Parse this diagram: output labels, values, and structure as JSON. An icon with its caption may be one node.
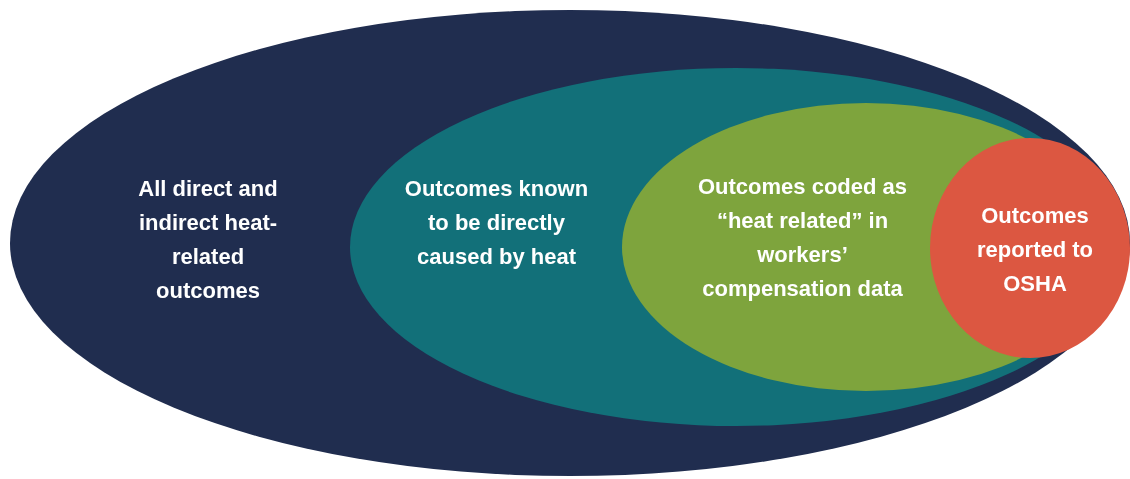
{
  "diagram": {
    "nodes": [
      {
        "text": [
          "All direct and indirect heat-related outcomes"
        ]
      },
      {
        "text": [
          "Outcomes known to be directly caused by heat"
        ],
        "in": 0
      },
      {
        "text": [
          "Outcomes coded as “heat related” in workers’ compensation data"
        ],
        "in": 1
      },
      {
        "text": [
          "Outcomes reported to OSHA"
        ],
        "in": 1
      }
    ]
  }
}
